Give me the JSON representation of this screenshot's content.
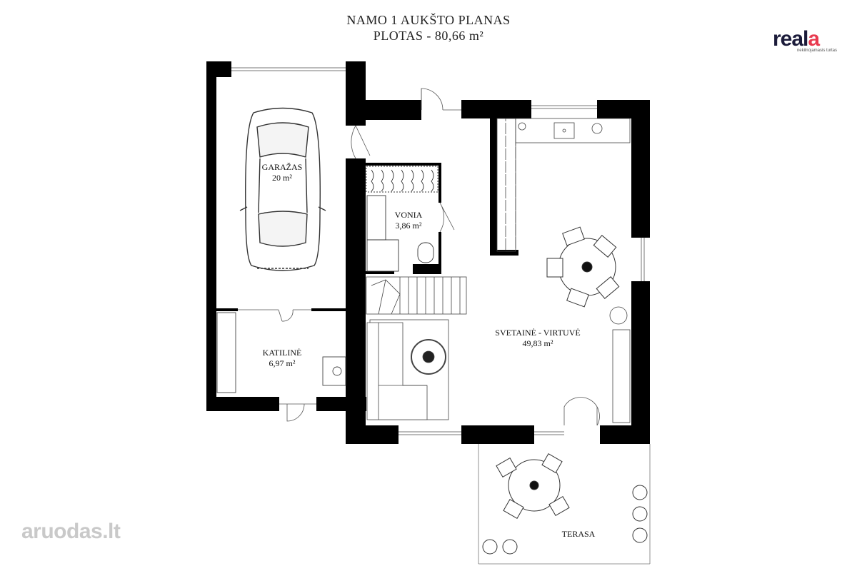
{
  "header": {
    "title_line1": "NAMO 1 AUKŠTO PLANAS",
    "title_line2": "PLOTAS - 80,66 m²"
  },
  "rooms": [
    {
      "name": "GARAŽAS",
      "area": "20 m²"
    },
    {
      "name": "VONIA",
      "area": "3,86 m²"
    },
    {
      "name": "KATILINĖ",
      "area": "6,97 m²"
    },
    {
      "name": "SVETAINĖ - VIRTUVĖ",
      "area": "49,83 m²"
    },
    {
      "name": "TERASA"
    }
  ],
  "logos": {
    "reala_word_main": "real",
    "reala_word_accent": "a",
    "reala_tagline": "nekilnojamasis turtas",
    "aruodas_word": "aruodas.lt",
    "reala_accent_color": "#e83a4f",
    "reala_main_color": "#1b1b3a"
  }
}
